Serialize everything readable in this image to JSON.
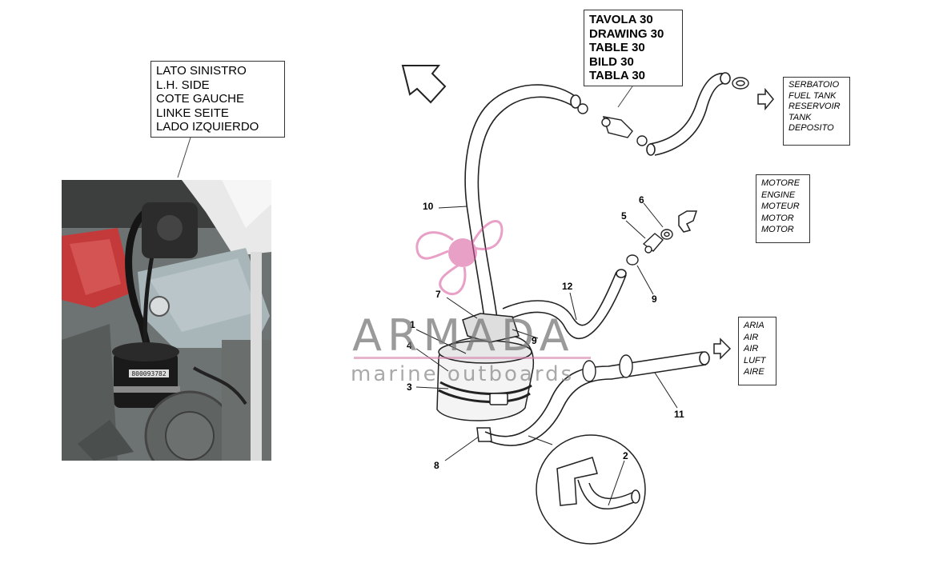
{
  "labels": {
    "side": [
      "LATO SINISTRO",
      "L.H. SIDE",
      "COTE GAUCHE",
      "LINKE SEITE",
      "LADO IZQUIERDO"
    ],
    "table": [
      "TAVOLA 30",
      "DRAWING 30",
      "TABLE 30",
      "BILD 30",
      "TABLA 30"
    ],
    "fuel_tank": [
      "SERBATOIO",
      "FUEL TANK",
      "RESERVOIR",
      "TANK",
      "DEPOSITO"
    ],
    "engine": [
      "MOTORE",
      "ENGINE",
      "MOTEUR",
      "MOTOR",
      "MOTOR"
    ],
    "air": [
      "ARIA",
      "AIR",
      "AIR",
      "LUFT",
      "AIRE"
    ]
  },
  "photo": {
    "serial": "800093782"
  },
  "callouts": {
    "c1": "1",
    "c2": "2",
    "c3": "3",
    "c4": "4",
    "c5": "5",
    "c6": "6",
    "c7": "7",
    "c8": "8",
    "c9a": "9",
    "c9b": "9",
    "c10": "10",
    "c11": "11",
    "c12": "12"
  },
  "watermark": {
    "brand": "ARMADA",
    "tagline": "marine outboards"
  },
  "colors": {
    "watermark_pink": "#d8549a",
    "watermark_gray": "#8a8a8a"
  }
}
